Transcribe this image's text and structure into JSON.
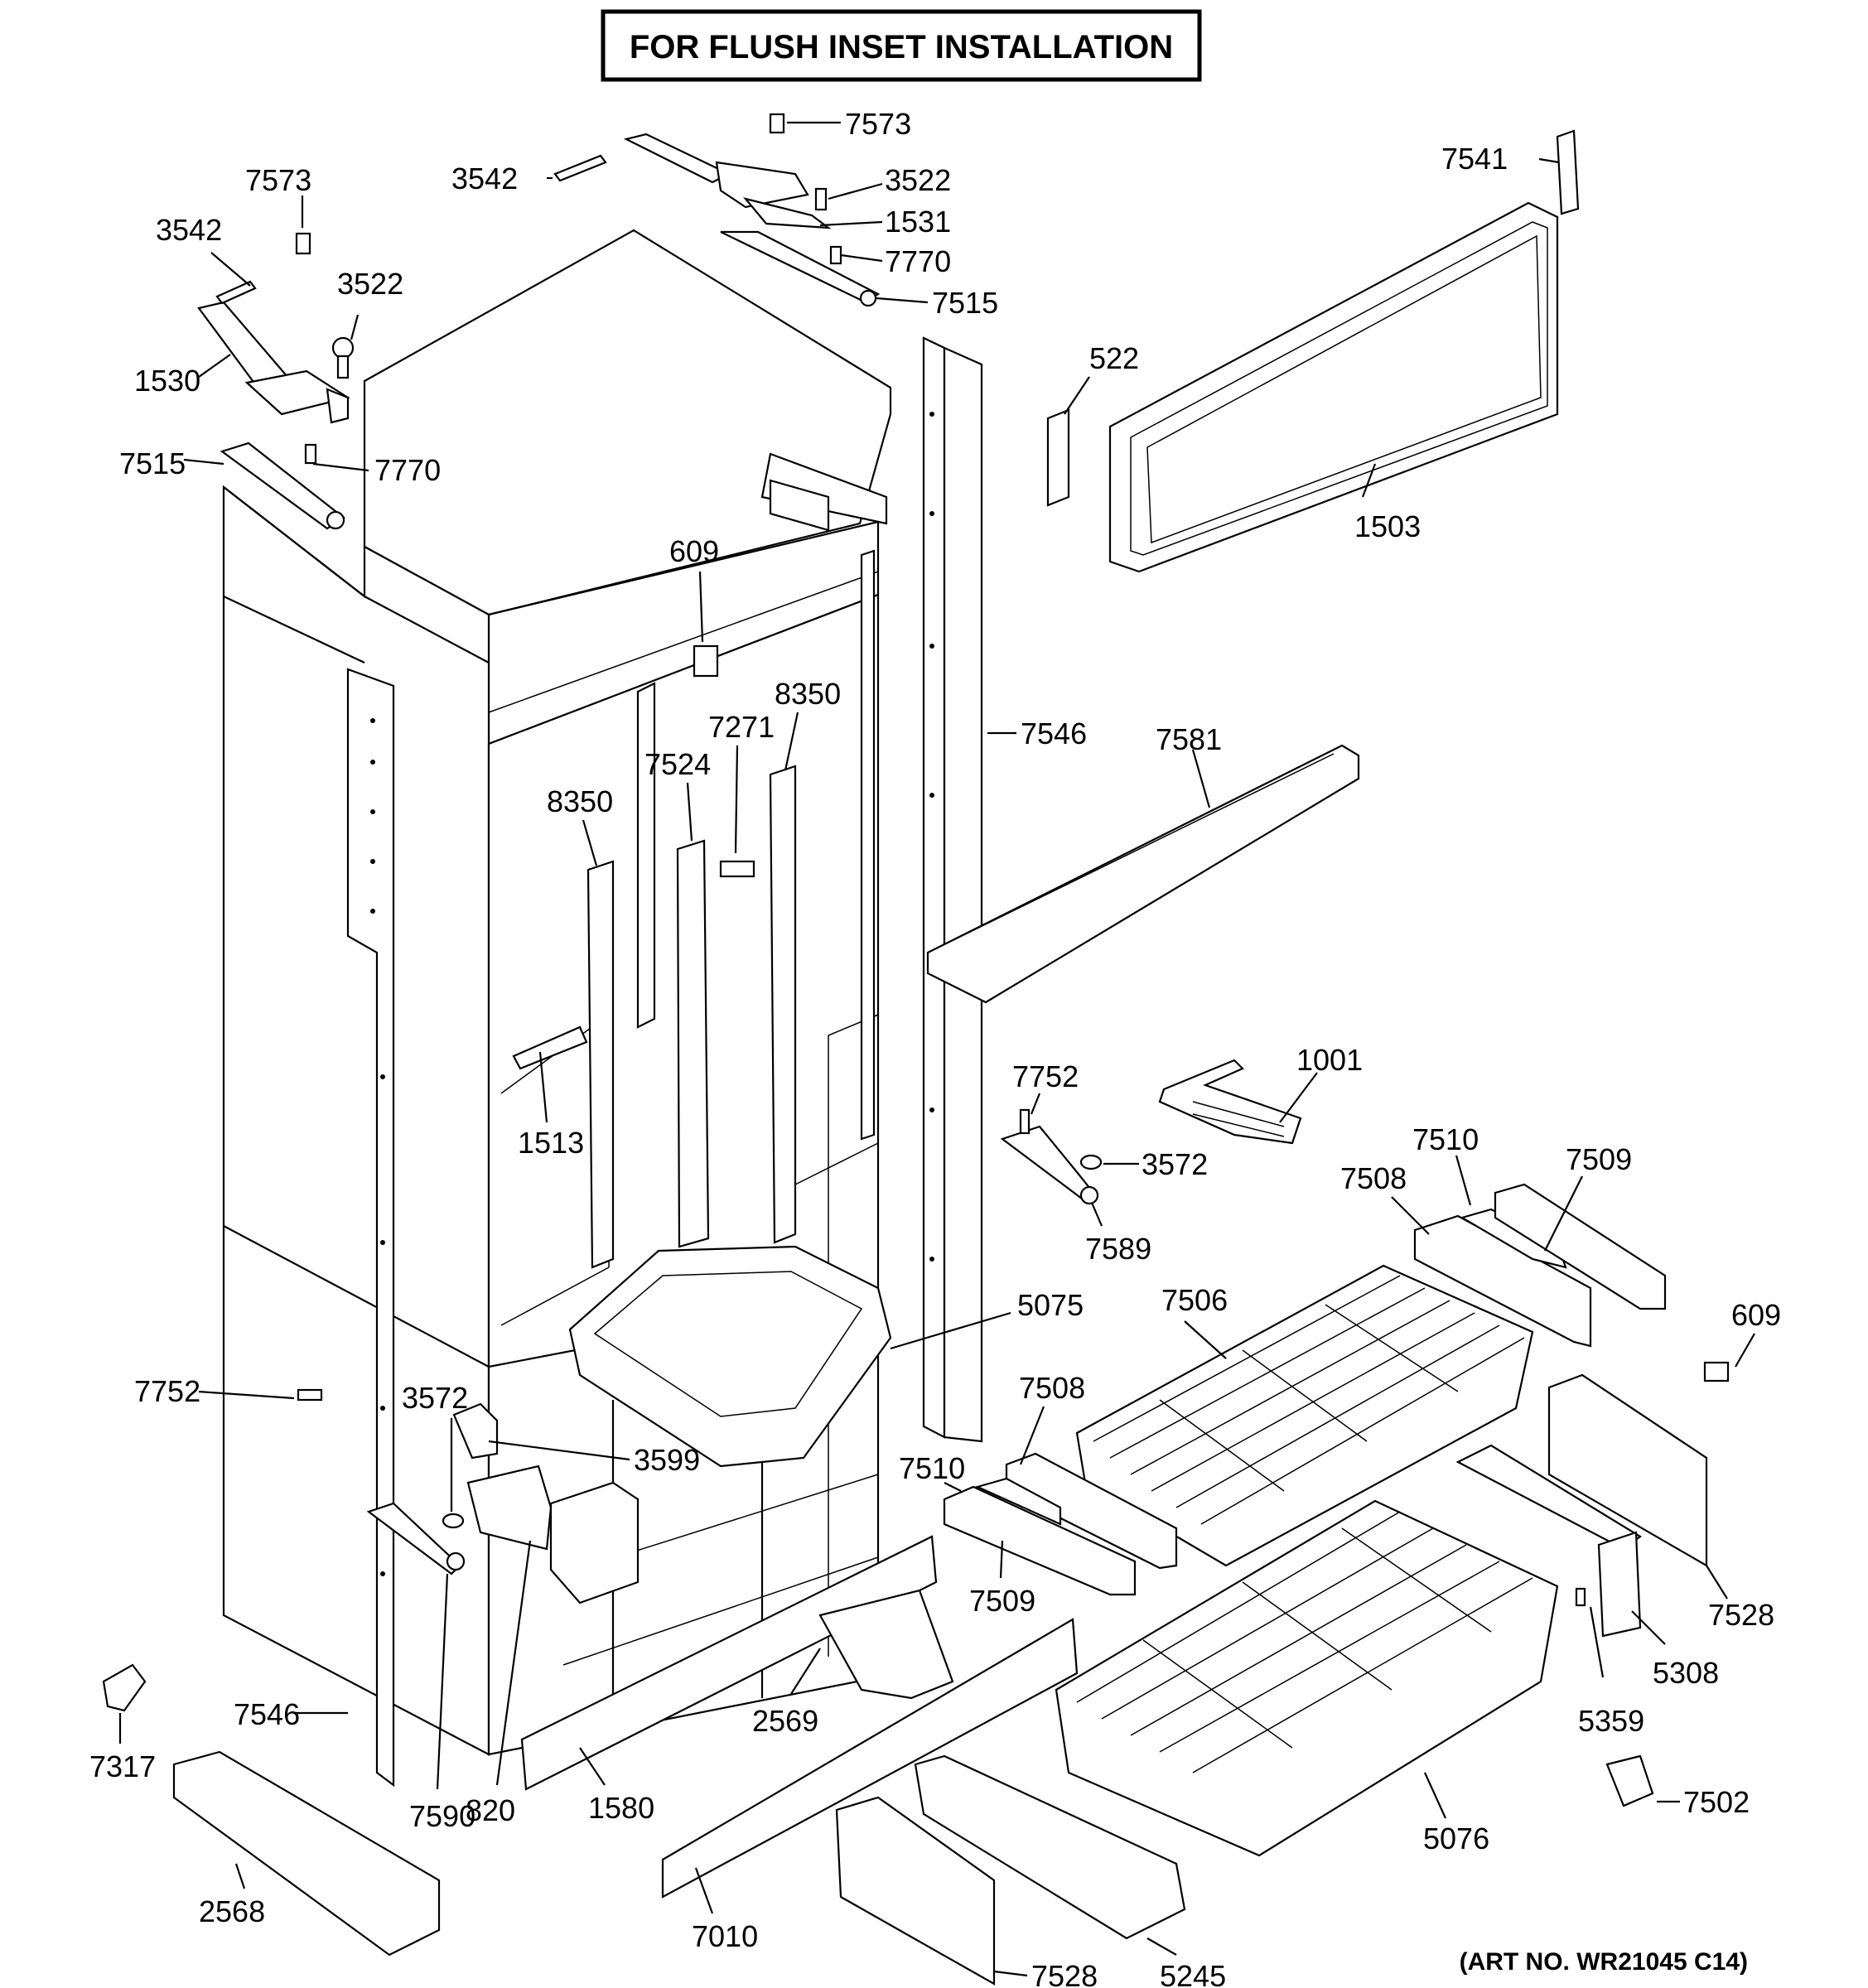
{
  "header": {
    "title": "FOR FLUSH INSET INSTALLATION"
  },
  "footer": {
    "art_number": "(ART NO. WR21045 C14)"
  },
  "labels": {
    "l7573a": "7573",
    "l3542a": "3542",
    "l3522a": "3522",
    "l1531": "1531",
    "l7770a": "7770",
    "l7515a": "7515",
    "l7541": "7541",
    "l7573b": "7573",
    "l3542b": "3542",
    "l3522b": "3522",
    "l1530": "1530",
    "l7515b": "7515",
    "l7770b": "7770",
    "l522": "522",
    "l1503": "1503",
    "l609a": "609",
    "l8350a": "8350",
    "l7271": "7271",
    "l7524": "7524",
    "l8350b": "8350",
    "l7546a": "7546",
    "l7581": "7581",
    "l1513": "1513",
    "l1001": "1001",
    "l7752a": "7752",
    "l3572a": "3572",
    "l7589": "7589",
    "l7510a": "7510",
    "l7509a": "7509",
    "l7508a": "7508",
    "l5075": "5075",
    "l7506": "7506",
    "l609b": "609",
    "l7752b": "7752",
    "l3572b": "3572",
    "l3599": "3599",
    "l7508b": "7508",
    "l7510b": "7510",
    "l7509b": "7509",
    "l7528a": "7528",
    "l5308": "5308",
    "l2569": "2569",
    "l5359": "5359",
    "l7546b": "7546",
    "l7317": "7317",
    "l7590": "7590",
    "l820": "820",
    "l1580": "1580",
    "l7502": "7502",
    "l5076": "5076",
    "l2568": "2568",
    "l7010": "7010",
    "l7528b": "7528",
    "l5245": "5245"
  }
}
